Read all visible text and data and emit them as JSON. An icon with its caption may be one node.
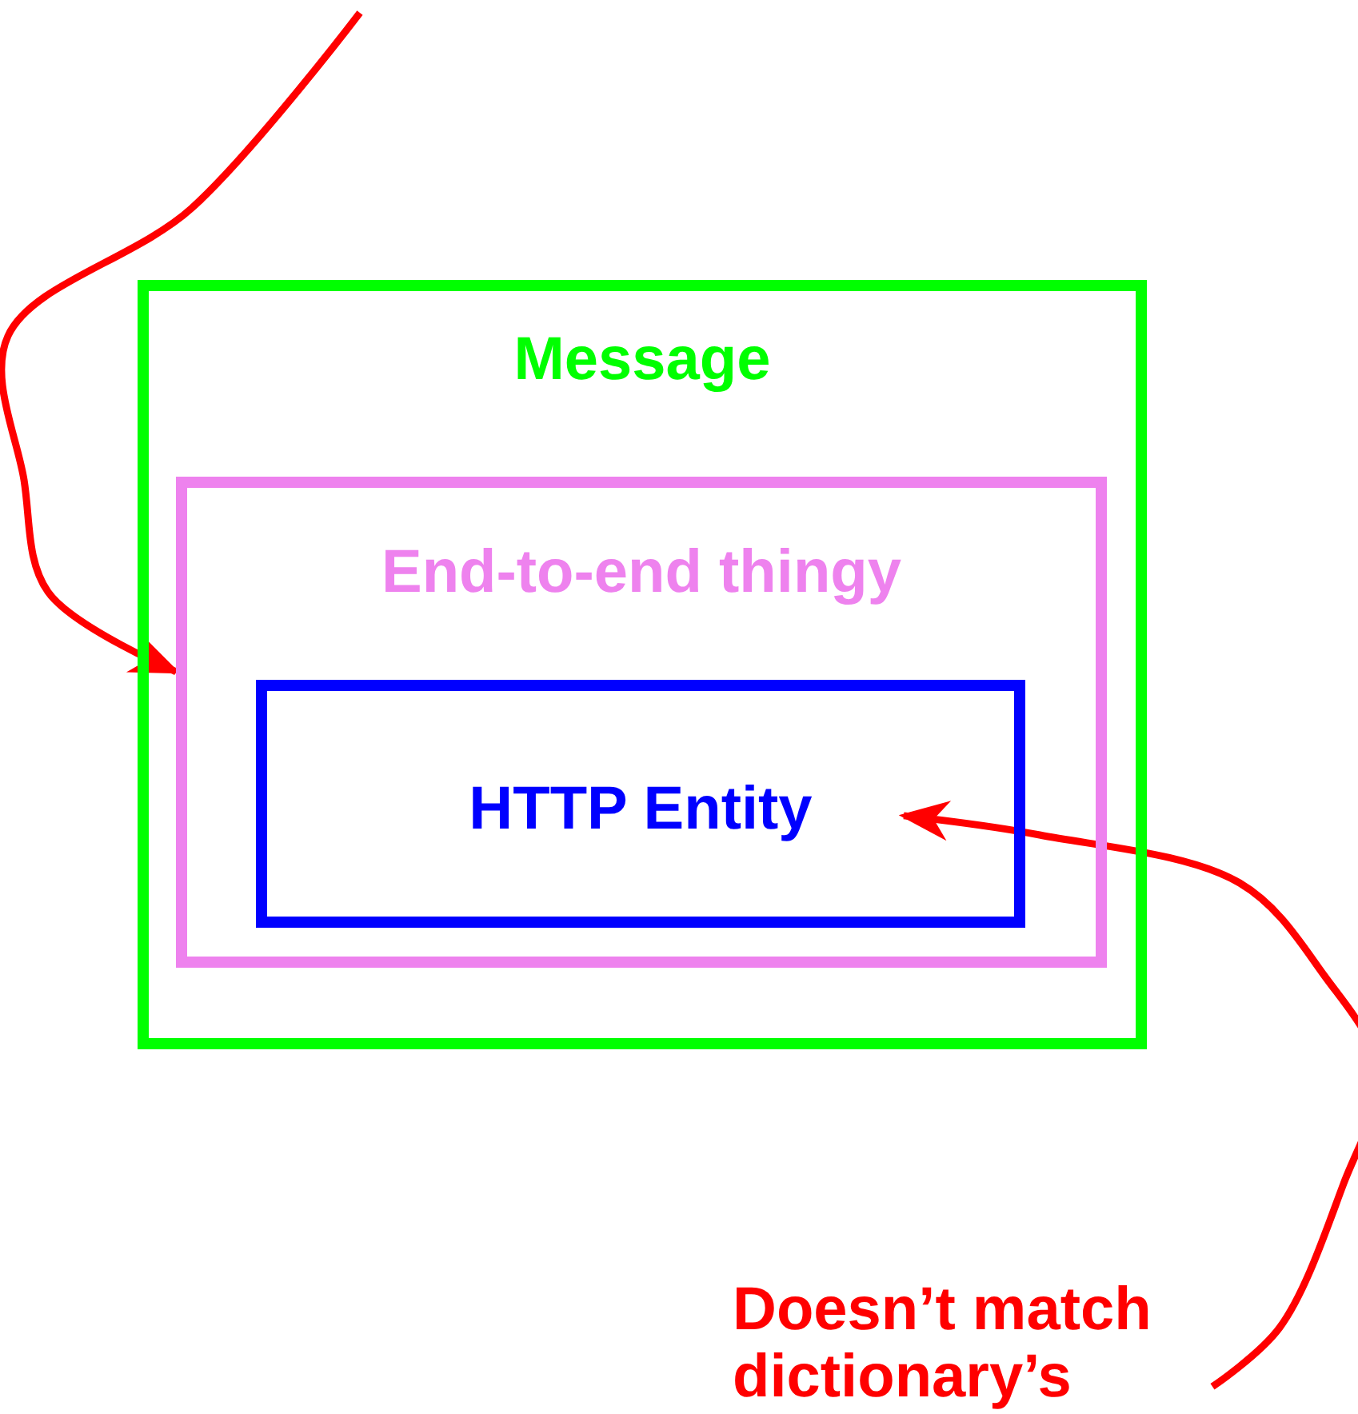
{
  "diagram": {
    "nodes": [
      {
        "text": [
          "Message"
        ]
      },
      {
        "text": [
          "End-to-end thingy"
        ],
        "in": 0
      },
      {
        "text": [
          "HTTP Entity"
        ],
        "in": 1
      },
      {
        "text": [
          "Doesn’t match dictionary’s"
        ]
      }
    ],
    "edges": [
      {
        "from": null,
        "to": 1,
        "arrow": "to"
      },
      {
        "from": 3,
        "to": 2,
        "arrow": "to"
      }
    ]
  }
}
